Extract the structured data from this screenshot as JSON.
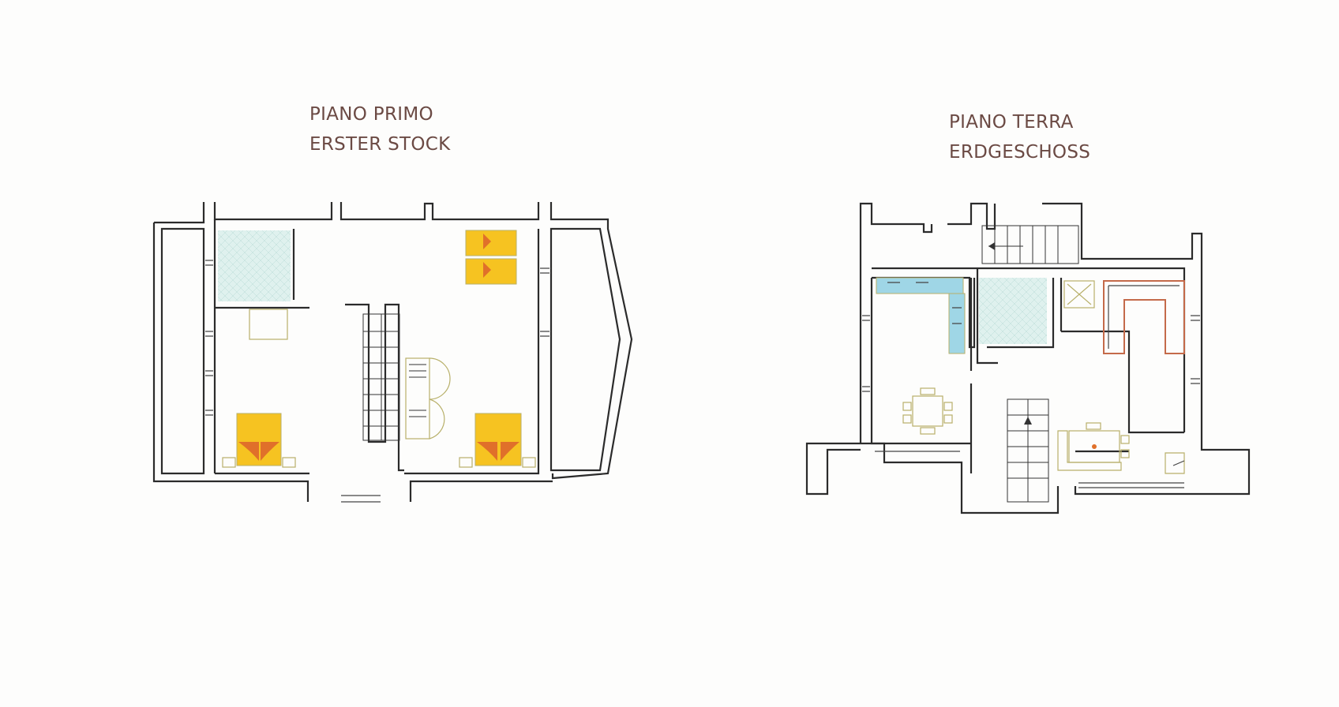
{
  "colors": {
    "background": "#fdfdfc",
    "wall": "#2b2b2b",
    "label_text": "#6b4a44",
    "bed_fill": "#f6c321",
    "bed_accent": "#e0702a",
    "tile_fill": "#dff1ee",
    "kitchen_blue": "#9fd6e6",
    "sofa_stroke": "#c46a4a",
    "furniture_stroke": "#b8b06a"
  },
  "floors": [
    {
      "id": "first",
      "label_lines": [
        "PIANO PRIMO",
        "ERSTER STOCK"
      ]
    },
    {
      "id": "ground",
      "label_lines": [
        "PIANO TERRA",
        "ERDGESCHOSS"
      ]
    }
  ],
  "icons": {
    "stair_arrow": "stair-arrow-icon"
  }
}
